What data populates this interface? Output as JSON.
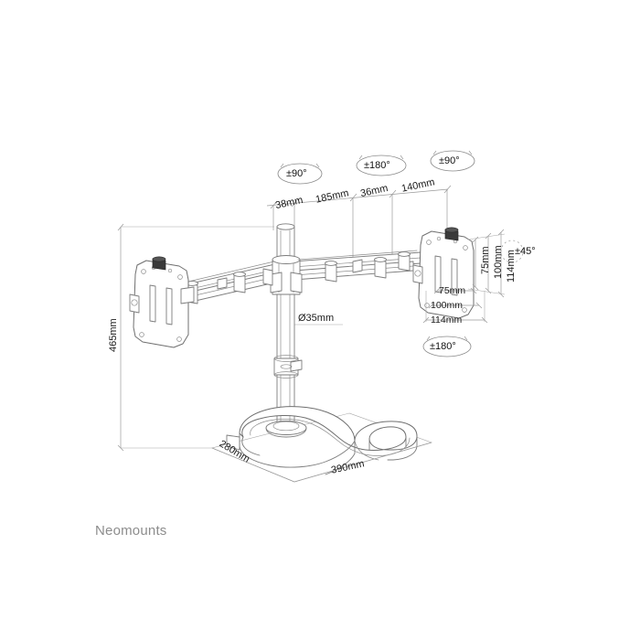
{
  "brand": "Neomounts",
  "drawing": {
    "title": "Dual monitor desk stand technical drawing",
    "line_color": "#7a7a7a",
    "dim_color": "#999999",
    "text_color": "#1a1a1a",
    "brand_color": "#8d8d8d"
  },
  "top_dimensions": [
    {
      "id": "d38",
      "label": "38mm"
    },
    {
      "id": "d185",
      "label": "185mm"
    },
    {
      "id": "d36",
      "label": "36mm"
    },
    {
      "id": "d140",
      "label": "140mm"
    }
  ],
  "rotation_badges": [
    {
      "id": "badge-left",
      "label": "±90°"
    },
    {
      "id": "badge-center",
      "label": "±180°"
    },
    {
      "id": "badge-right",
      "label": "±90°"
    },
    {
      "id": "badge-bracket-rotate",
      "label": "±180°"
    }
  ],
  "tilt_badge": {
    "label": "±45°"
  },
  "height_dimension": {
    "label": "465mm"
  },
  "pole_diameter": {
    "label": "Ø35mm"
  },
  "vesa_vertical": [
    {
      "label": "75mm"
    },
    {
      "label": "100mm"
    },
    {
      "label": "114mm"
    }
  ],
  "vesa_horizontal": [
    {
      "label": "75mm"
    },
    {
      "label": "100mm"
    },
    {
      "label": "114mm"
    }
  ],
  "base_dimensions": [
    {
      "id": "depth",
      "label": "280mm"
    },
    {
      "id": "width",
      "label": "390mm"
    }
  ]
}
